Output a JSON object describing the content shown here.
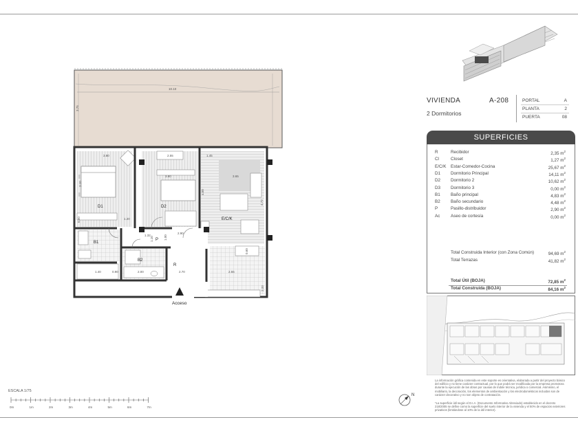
{
  "unit": {
    "title": "VIVIENDA",
    "code": "A-208",
    "bedrooms": "2 Dormitorios",
    "info": [
      {
        "label": "PORTAL",
        "value": "A"
      },
      {
        "label": "PLANTA",
        "value": "2"
      },
      {
        "label": "PUERTA",
        "value": "08"
      }
    ]
  },
  "superficies": {
    "heading": "SUPERFICIES",
    "unit_sup": "2",
    "rooms": [
      {
        "code": "R",
        "name": "Recibidor",
        "value": "2,35",
        "unit": "m"
      },
      {
        "code": "Cl",
        "name": "Closet",
        "value": "1,27",
        "unit": "m"
      },
      {
        "code": "E/C/K",
        "name": "Estar-Comedor-Cocina",
        "value": "25,67",
        "unit": "m"
      },
      {
        "code": "D1",
        "name": "Dormitorio Principal",
        "value": "14,11",
        "unit": "m"
      },
      {
        "code": "D2",
        "name": "Dormitorio 2",
        "value": "10,62",
        "unit": "m"
      },
      {
        "code": "D3",
        "name": "Dormitorio 3",
        "value": "0,00",
        "unit": "m"
      },
      {
        "code": "B1",
        "name": "Baño principal",
        "value": "4,83",
        "unit": "m"
      },
      {
        "code": "B2",
        "name": "Baño secundario",
        "value": "4,48",
        "unit": "m"
      },
      {
        "code": "P",
        "name": "Pasillo-distribuidor",
        "value": "2,90",
        "unit": "m"
      },
      {
        "code": "Ac",
        "name": "Aseo de cortesía",
        "value": "0,00",
        "unit": "m"
      }
    ],
    "totals": [
      {
        "name": "Total Construida Interior (con Zona Común)",
        "value": "94,69",
        "unit": "m"
      },
      {
        "name": "Total Terrazas",
        "value": "41,82",
        "unit": "m"
      }
    ],
    "main_totals": [
      {
        "name": "Total Útil (BOJA)",
        "value": "72,85",
        "unit": "m"
      },
      {
        "name": "Total Construida (BOJA)",
        "value": "84,16",
        "unit": "m"
      }
    ]
  },
  "plan": {
    "labels": {
      "d1": "D1",
      "d2": "D2",
      "eck": "E/C/K",
      "b1": "B1",
      "b2": "B2",
      "p": "P",
      "r": "R",
      "access": "Acceso"
    },
    "dimensions": [
      "10.10",
      "3.75",
      "3.80",
      "2.55",
      "1.45",
      "3.10",
      "3.80",
      "3.65",
      "4.00",
      "1.20",
      "2.90",
      "1.40",
      "0.90",
      "2.00",
      "2.55",
      "0.60",
      "0.60",
      "1.10",
      "1.00",
      "0.40",
      "2.33",
      "4.72",
      "1.32",
      "2.70",
      "1.40",
      "0.51"
    ]
  },
  "scale": {
    "title": "ESCALA 1/75",
    "ticks": [
      "0m",
      "1m",
      "2m",
      "3m",
      "4m",
      "5m",
      "6m",
      "7m"
    ]
  },
  "notes": {
    "n1": "La información gráfica contenida en este soporte es orientativa, elaborada a partir del proyecto básico del edificio y no tiene carácter contractual, por lo que podrá ser modificada por la empresa promotora durante la ejecución de las obras por causas de índole técnica, jurídica o comercial. Asimismo, el mobiliario, la decoración, los elementos de ambientación y los electrodomésticos incluidos son de carácter decorativo y no son objeto de contratación.",
    "n2": "*La superficie útil según el D.I.A. (Documento Informativo Abreviado) establecido en el decreto 218/2005 se define como la superficie del suelo interior de la vivienda y el 50% de espacios exteriores privativos (limitándose al 10% de la útil interior)."
  },
  "compass": {
    "north": "N"
  }
}
